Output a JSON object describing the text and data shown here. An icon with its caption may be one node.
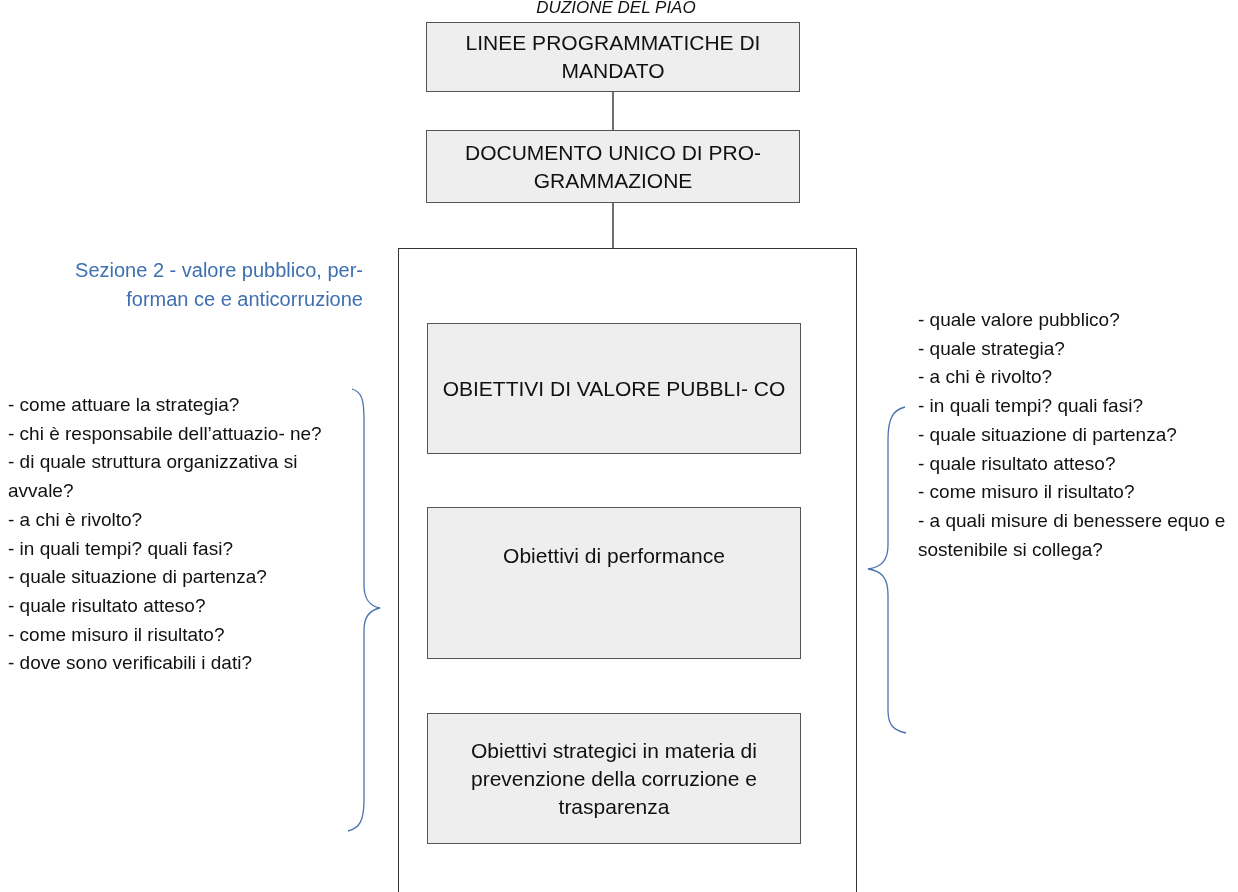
{
  "diagram": {
    "title": "DUZIONE DEL PIAO",
    "nodes": [
      {
        "text": [
          "LINEE PROGRAMMATICHE DI MANDATO"
        ]
      },
      {
        "text": [
          "DOCUMENTO UNICO DI PRO- GRAMMAZIONE"
        ]
      },
      {
        "text": [],
        "shape": "box"
      },
      {
        "text": [
          "OBIETTIVI DI VALORE PUBBLI- CO"
        ],
        "in": 2
      },
      {
        "text": [
          "Obiettivi di performance"
        ],
        "in": 2
      },
      {
        "text": [
          "Obiettivi strategici in materia di prevenzione della corruzione e trasparenza"
        ],
        "in": 2
      }
    ],
    "edges": [
      {
        "from": 0,
        "to": 1,
        "arrow": "none"
      },
      {
        "from": 1,
        "to": 2,
        "arrow": "none"
      }
    ],
    "labels": [
      "Sezione 2  - valore pubblico, per- forman ce e anticorruzione",
      "- come attuare la strategia?",
      "- chi è responsabile dell’attuazio- ne?",
      "- di quale struttura organizzativa si avvale?",
      "- a chi è rivolto?",
      "- in quali tempi? quali fasi?",
      "- quale situazione di partenza?",
      "- quale risultato atteso?",
      "- come misuro il risultato?",
      "- dove sono verificabili i dati?",
      "- quale valore pubblico?",
      "- quale strategia?",
      "- a chi è rivolto?",
      "- in quali tempi? quali fasi?",
      "- quale situazione di partenza?",
      "- quale risultato atteso?",
      "- come misuro il risultato?",
      "- a quali misure di benessere equo e sostenibile si collega?"
    ]
  }
}
